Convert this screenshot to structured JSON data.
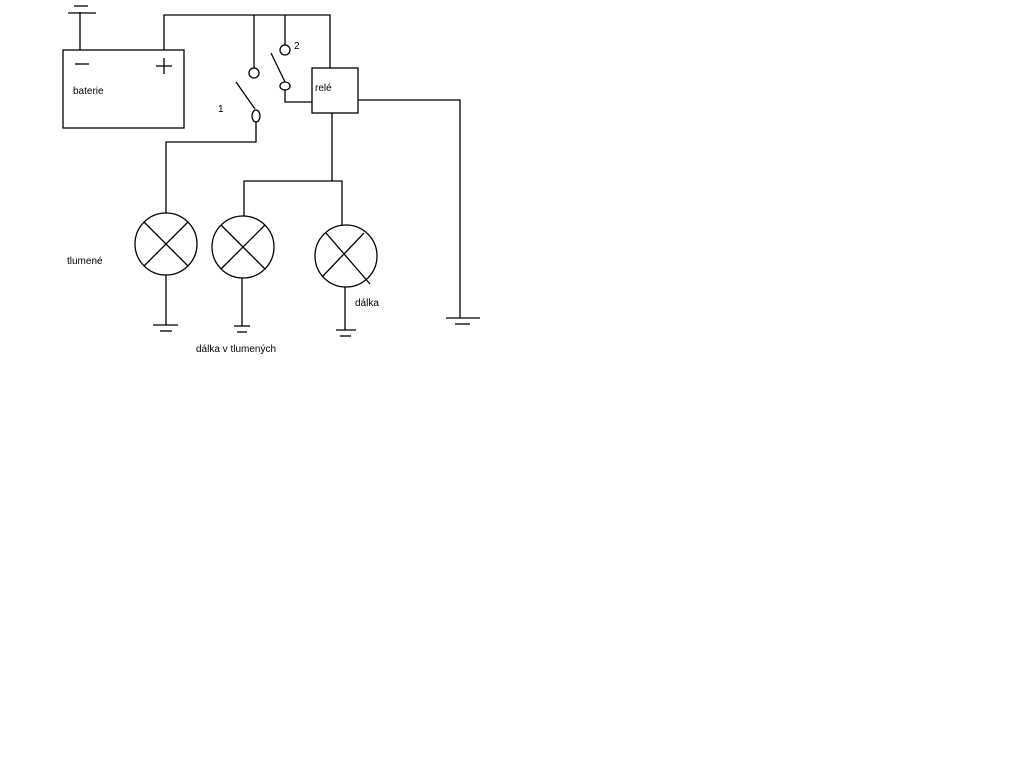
{
  "labels": {
    "battery": "baterie",
    "relay": "relé",
    "switch1": "1",
    "switch2": "2",
    "low_beam": "tlumené",
    "high_beam": "dálka",
    "high_in_low": "dálka v tlumených"
  },
  "colors": {
    "line": "#000000",
    "background": "#ffffff"
  }
}
